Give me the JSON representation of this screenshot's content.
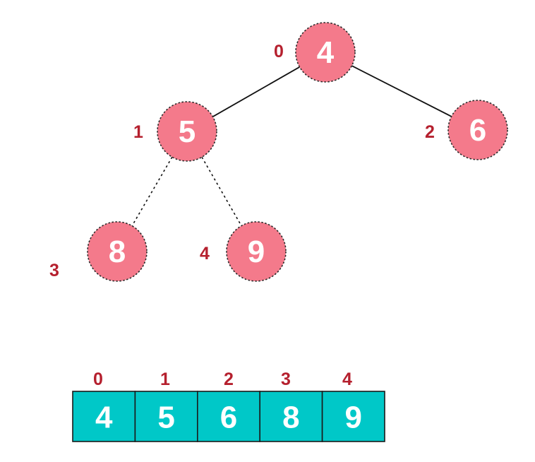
{
  "colors": {
    "node_fill": "#f47a8b",
    "node_stroke": "#2a2a2a",
    "index_text": "#b5202e",
    "cell_fill": "#00c8c8",
    "cell_stroke": "#1a1a1a",
    "edge": "#111111"
  },
  "tree": {
    "nodes": [
      {
        "id": "n0",
        "value": "4",
        "index": "0"
      },
      {
        "id": "n1",
        "value": "5",
        "index": "1"
      },
      {
        "id": "n2",
        "value": "6",
        "index": "2"
      },
      {
        "id": "n3",
        "value": "8",
        "index": "3"
      },
      {
        "id": "n4",
        "value": "9",
        "index": "4"
      }
    ],
    "edges": [
      {
        "from": "n0",
        "to": "n1",
        "style": "solid"
      },
      {
        "from": "n0",
        "to": "n2",
        "style": "solid"
      },
      {
        "from": "n1",
        "to": "n3",
        "style": "dashed"
      },
      {
        "from": "n1",
        "to": "n4",
        "style": "dashed"
      }
    ]
  },
  "array": {
    "cells": [
      {
        "value": "4",
        "index": "0"
      },
      {
        "value": "5",
        "index": "1"
      },
      {
        "value": "6",
        "index": "2"
      },
      {
        "value": "8",
        "index": "3"
      },
      {
        "value": "9",
        "index": "4"
      }
    ]
  }
}
